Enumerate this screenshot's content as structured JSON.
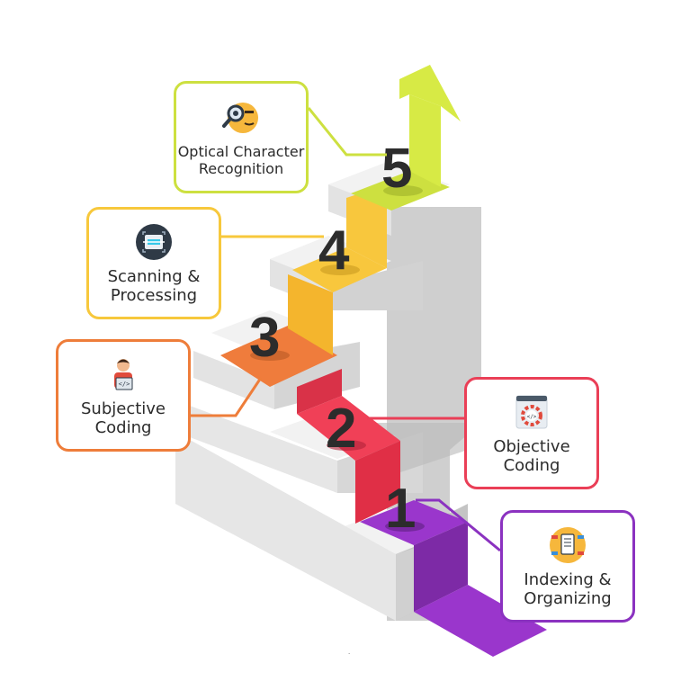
{
  "steps": [
    {
      "number": "1",
      "label_line1": "Indexing &",
      "label_line2": "Organizing",
      "color": "#8b32c0",
      "icon": "document-flow-icon"
    },
    {
      "number": "2",
      "label_line1": "Objective",
      "label_line2": "Coding",
      "color": "#ea3f57",
      "icon": "code-gear-window-icon"
    },
    {
      "number": "3",
      "label_line1": "Subjective",
      "label_line2": "Coding",
      "color": "#ee7d3a",
      "icon": "coder-person-laptop-icon"
    },
    {
      "number": "4",
      "label_line1": "Scanning &",
      "label_line2": "Processing",
      "color": "#f7c83c",
      "icon": "scanner-chip-icon"
    },
    {
      "number": "5",
      "label_line1": "Optical Character",
      "label_line2": "Recognition",
      "color": "#cde040",
      "icon": "magnifier-face-icon"
    }
  ],
  "colors": {
    "stair_top": "#f2f2f2",
    "stair_left": "#e4e4e4",
    "stair_right": "#c9c9c9",
    "arrow": "#d7ea45"
  }
}
